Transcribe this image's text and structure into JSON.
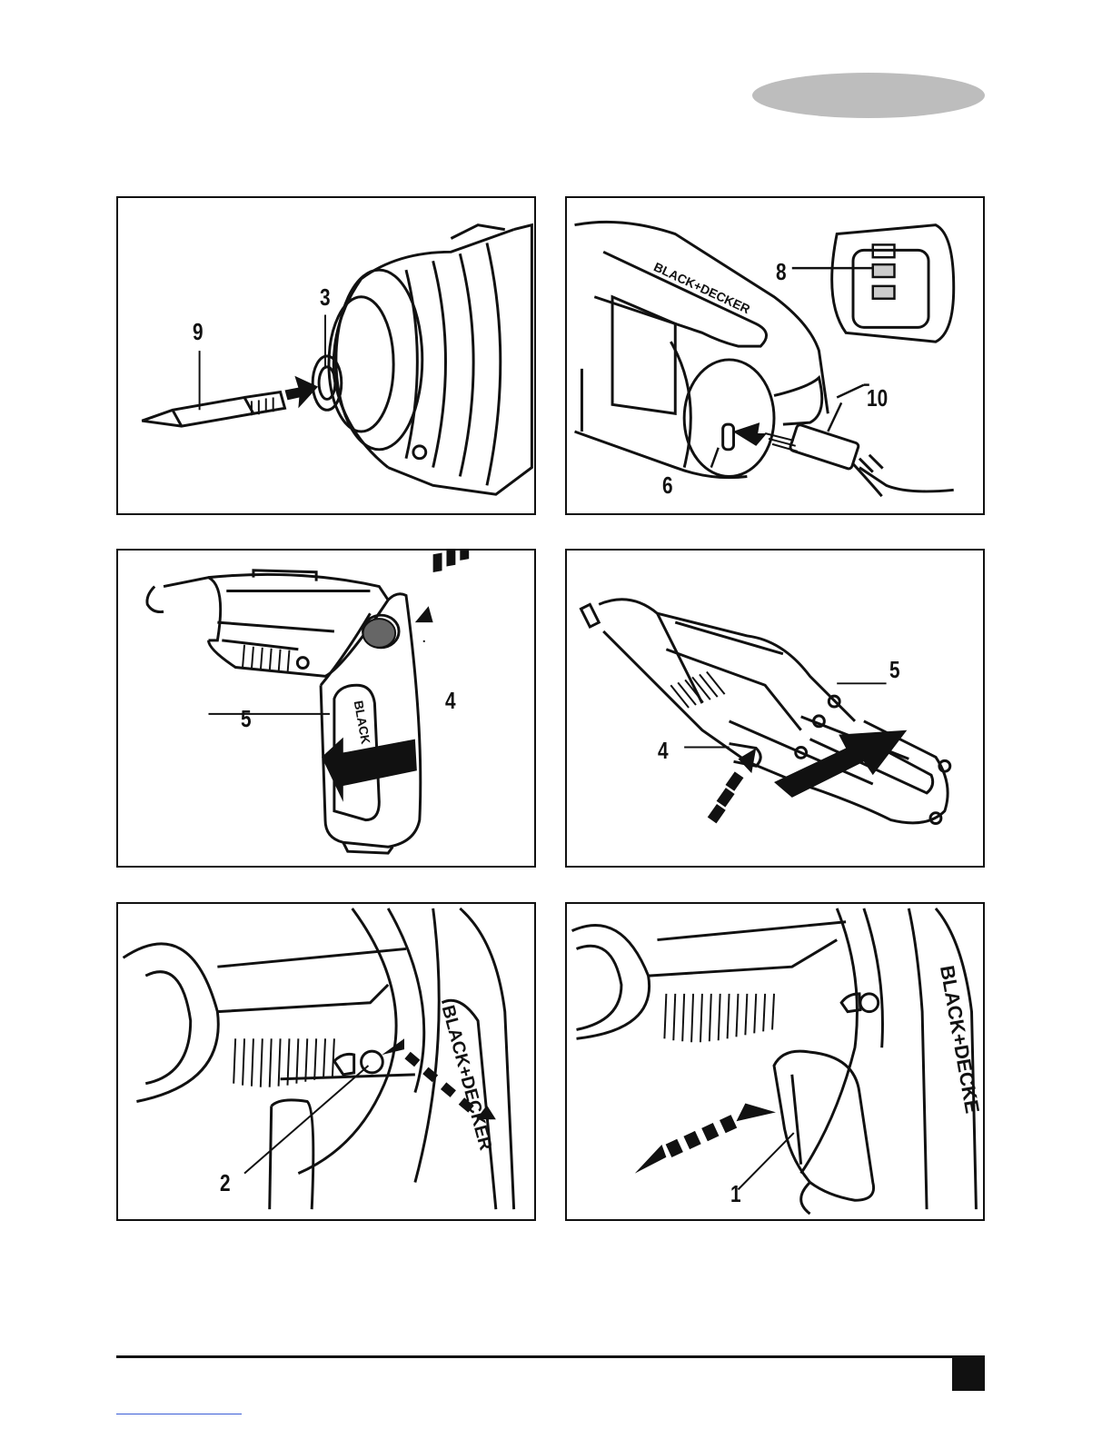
{
  "colors": {
    "tab": "#bdbdbd",
    "ink": "#111111",
    "link": "#3a5dd6"
  },
  "figures": [
    {
      "id": "A",
      "callouts": [
        "9",
        "3"
      ]
    },
    {
      "id": "B",
      "callouts": [
        "8",
        "10",
        "6"
      ],
      "brand": "BLACK+DECKER"
    },
    {
      "id": "C",
      "callouts": [
        "4",
        "5"
      ],
      "brand": "BLACK"
    },
    {
      "id": "D",
      "callouts": [
        "5",
        "4"
      ]
    },
    {
      "id": "E",
      "callouts": [
        "2"
      ],
      "brand": "BLACK+DECKER"
    },
    {
      "id": "F",
      "callouts": [
        "1"
      ],
      "brand": "BLACK+DECKE"
    }
  ]
}
